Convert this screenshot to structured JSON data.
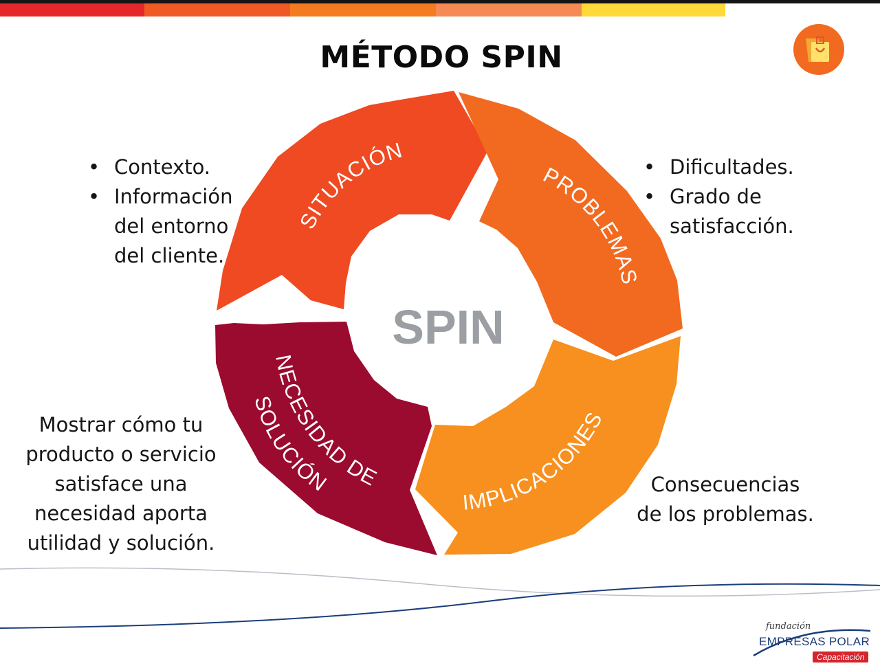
{
  "title": "MÉTODO SPIN",
  "center_label": "SPIN",
  "segments": [
    {
      "label": "SITUACIÓN",
      "color": "#ef4a22"
    },
    {
      "label": "PROBLEMAS",
      "color": "#f26a1f"
    },
    {
      "label": "IMPLICACIONES",
      "color": "#f7901e"
    },
    {
      "label_line1": "NECESIDAD DE",
      "label_line2": "SOLUCIÓN",
      "color": "#9b0a2f"
    }
  ],
  "situacion_notes": [
    "Contexto.",
    "Información del entorno del cliente."
  ],
  "situacion_lines": [
    "Información",
    "del entorno",
    "del cliente."
  ],
  "problemas_lines": [
    "Dificultades.",
    "Grado de",
    "satisfacción."
  ],
  "implicaciones_lines": [
    "Consecuencias",
    "de los problemas."
  ],
  "necesidad_lines": [
    "Mostrar cómo tu",
    "producto o servicio",
    "satisface una",
    "necesidad aporta",
    "utilidad y solución."
  ],
  "logo": {
    "line1": "fundación",
    "line2": "EMPRESAS POLAR",
    "line3": "Capacitación"
  },
  "colors": {
    "center_text": "#9b9fa3",
    "topbar": [
      "#e5262b",
      "#ef5a24",
      "#f47b20",
      "#f58a55",
      "#ffd83a"
    ]
  }
}
